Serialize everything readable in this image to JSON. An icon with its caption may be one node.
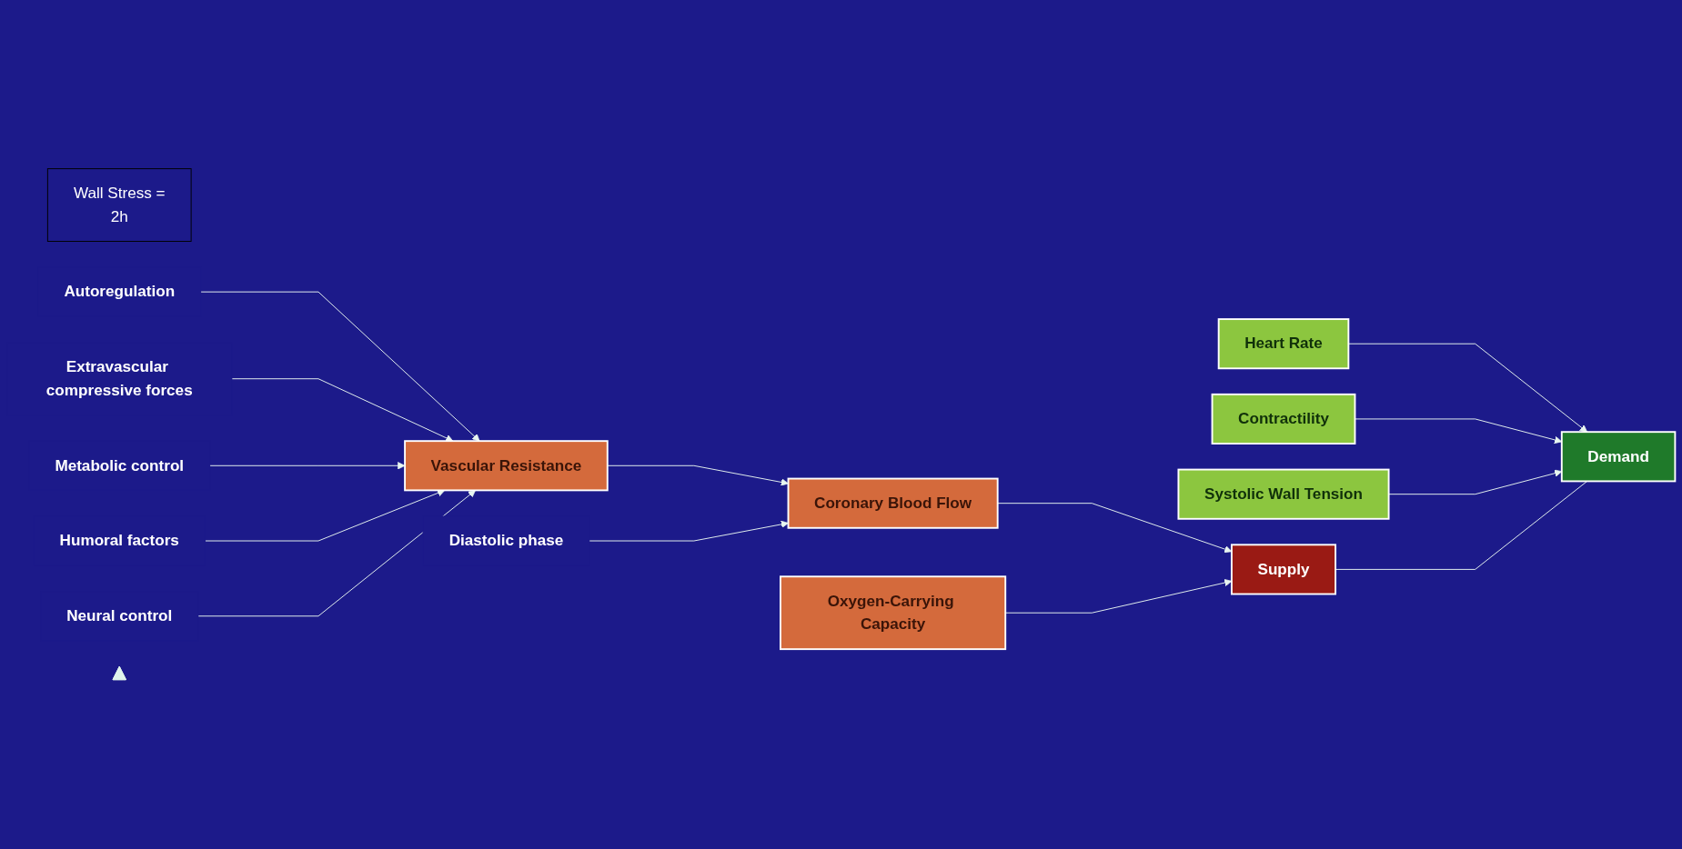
{
  "diagram": {
    "nodes": [
      {
        "text": [
          "Autoregulation"
        ]
      },
      {
        "text": [
          "Wall Stress =",
          "2h"
        ]
      },
      {
        "text": [
          "Extravascular compressive forces"
        ]
      },
      {
        "text": [
          "Metabolic control"
        ]
      },
      {
        "text": [
          "Vascular Resistance"
        ]
      },
      {
        "text": [
          "Humoral factors"
        ]
      },
      {
        "text": [
          "Diastolic phase"
        ]
      },
      {
        "text": [
          "Heart Rate"
        ]
      },
      {
        "text": [
          "Neural control"
        ]
      },
      {
        "text": [
          "Coronary Blood Flow"
        ]
      },
      {
        "text": [
          "Supply"
        ]
      },
      {
        "text": [
          "Demand"
        ]
      },
      {
        "text": [
          "Contractility"
        ]
      },
      {
        "text": [
          "Oxygen-Carrying Capacity"
        ]
      },
      {
        "text": [],
        "shape": "triangle"
      },
      {
        "text": [
          "Systolic Wall Tension"
        ]
      }
    ],
    "edges": [
      {
        "from": 0,
        "to": 4,
        "arrow": "to"
      },
      {
        "from": 2,
        "to": 4,
        "arrow": "to"
      },
      {
        "from": 3,
        "to": 4,
        "arrow": "to"
      },
      {
        "from": 5,
        "to": 4,
        "arrow": "to"
      },
      {
        "from": 8,
        "to": 4,
        "arrow": "to"
      },
      {
        "from": 4,
        "to": 9,
        "arrow": "to"
      },
      {
        "from": 6,
        "to": 9,
        "arrow": "to"
      },
      {
        "from": 9,
        "to": 10,
        "arrow": "to"
      },
      {
        "from": 13,
        "to": 10,
        "arrow": "to"
      },
      {
        "from": 7,
        "to": 11,
        "arrow": "to"
      },
      {
        "from": 12,
        "to": 11,
        "arrow": "to"
      },
      {
        "from": 15,
        "to": 11,
        "arrow": "to"
      },
      {
        "from": 10,
        "to": 11,
        "arrow": "none"
      }
    ]
  }
}
